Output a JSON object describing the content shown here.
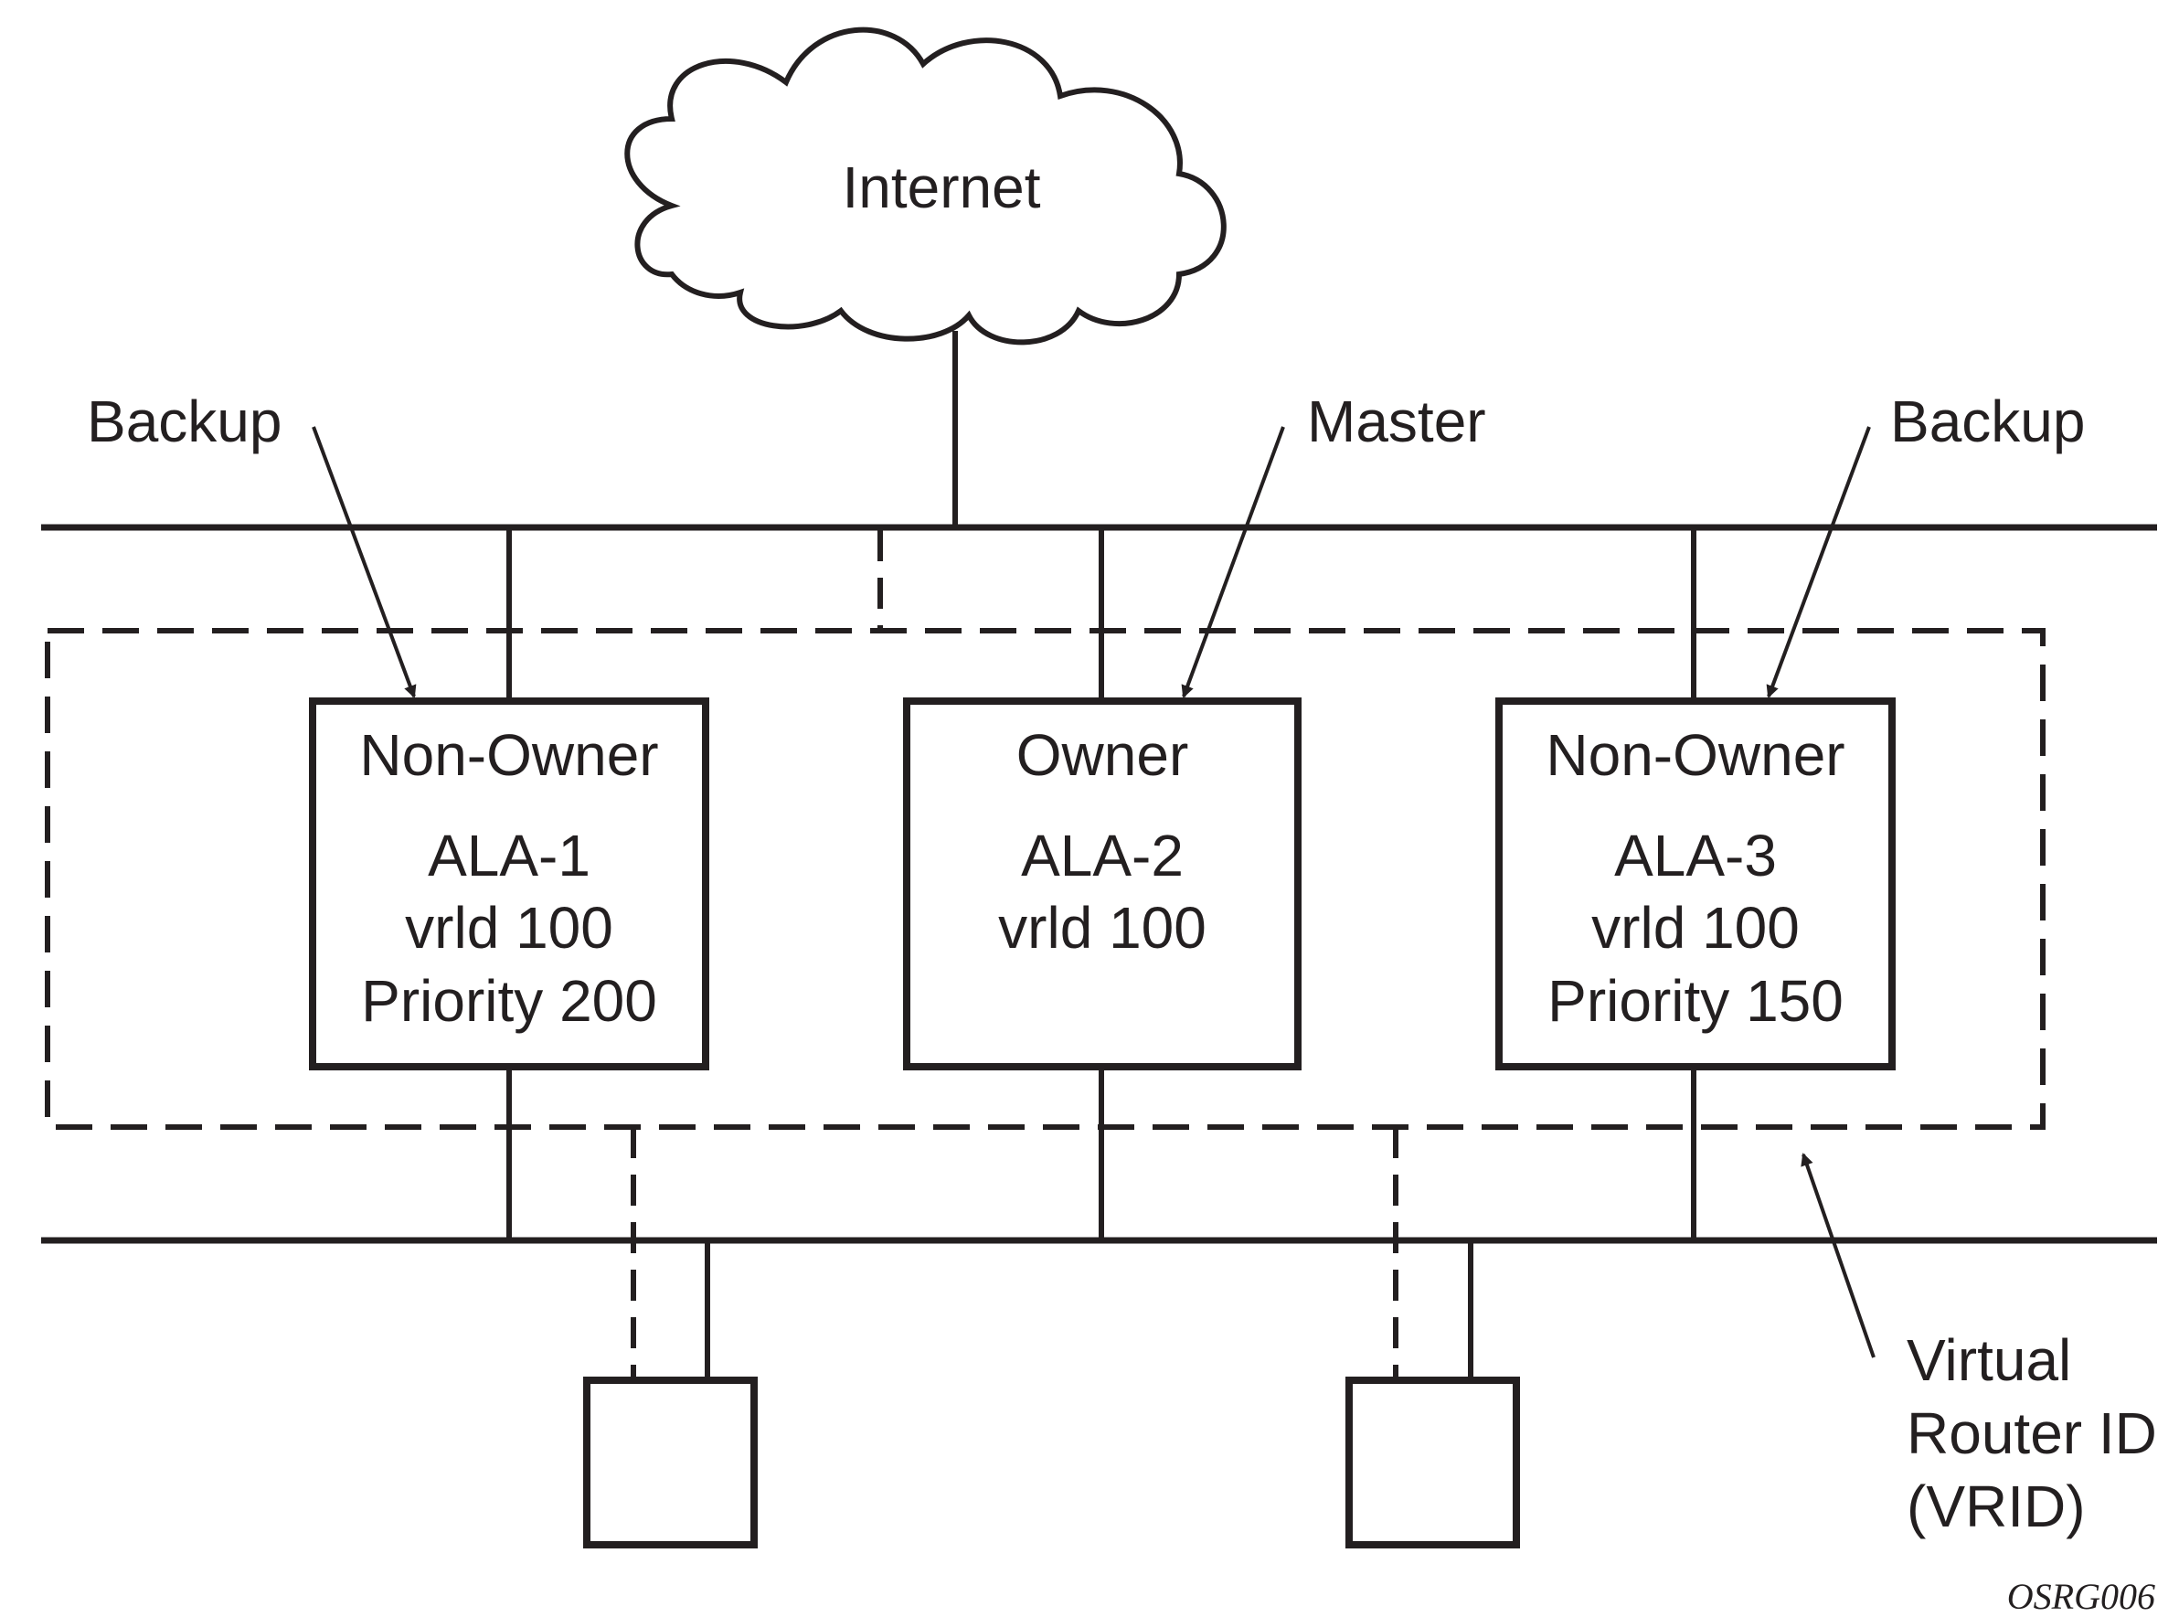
{
  "cloud": {
    "label": "Internet"
  },
  "routers": [
    {
      "type": "Non-Owner",
      "name": "ALA-1",
      "vrid": "vrld 100",
      "priority": "Priority 200",
      "role": "Backup"
    },
    {
      "type": "Owner",
      "name": "ALA-2",
      "vrid": "vrld 100",
      "priority": "",
      "role": "Master"
    },
    {
      "type": "Non-Owner",
      "name": "ALA-3",
      "vrid": "vrld 100",
      "priority": "Priority 150",
      "role": "Backup"
    }
  ],
  "virtual_router": {
    "line1": "Virtual",
    "line2": "Router ID",
    "line3": "(VRID)"
  },
  "figure_id": "OSRG006",
  "colors": {
    "ink": "#231f20",
    "background": "#ffffff"
  }
}
